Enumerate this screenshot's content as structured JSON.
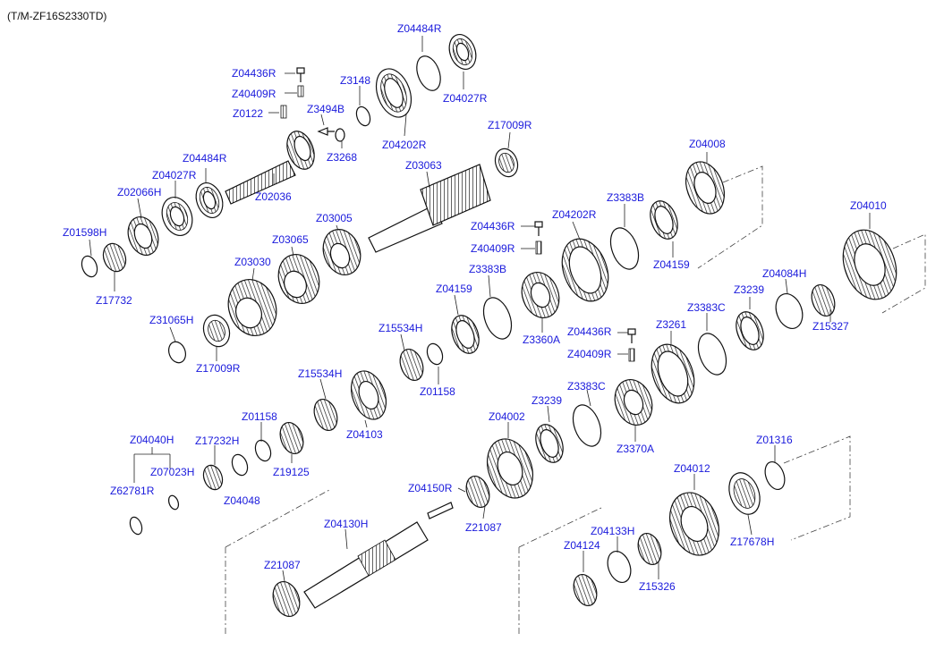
{
  "title": "(T/M-ZF16S2330TD)",
  "colors": {
    "label": "#1a1adc",
    "ink": "#111111",
    "background": "#ffffff"
  },
  "parts": [
    "Z04484R",
    "Z04436R",
    "Z3148",
    "Z40409R",
    "Z3494B",
    "Z0122",
    "Z3268",
    "Z04027R",
    "Z04202R",
    "Z17009R",
    "Z04484R",
    "Z04027R",
    "Z02066H",
    "Z02036",
    "Z03063",
    "Z04008",
    "Z01598H",
    "Z03005",
    "Z3383B",
    "Z04436R",
    "Z04202R",
    "Z04010",
    "Z03065",
    "Z40409R",
    "Z17732",
    "Z03030",
    "Z3383B",
    "Z04159",
    "Z04159",
    "Z04084H",
    "Z3239",
    "Z31065H",
    "Z3360A",
    "Z15327",
    "Z3383C",
    "Z15534H",
    "Z04436R",
    "Z3261",
    "Z17009R",
    "Z40409R",
    "Z15534H",
    "Z01158",
    "Z3383C",
    "Z3239",
    "Z04103",
    "Z01158",
    "Z04002",
    "Z3370A",
    "Z04040H",
    "Z17232H",
    "Z01316",
    "Z19125",
    "Z07023H",
    "Z04012",
    "Z04150R",
    "Z62781R",
    "Z04048",
    "Z21087",
    "Z04130H",
    "Z04133H",
    "Z17678H",
    "Z04124",
    "Z21087",
    "Z15326"
  ]
}
